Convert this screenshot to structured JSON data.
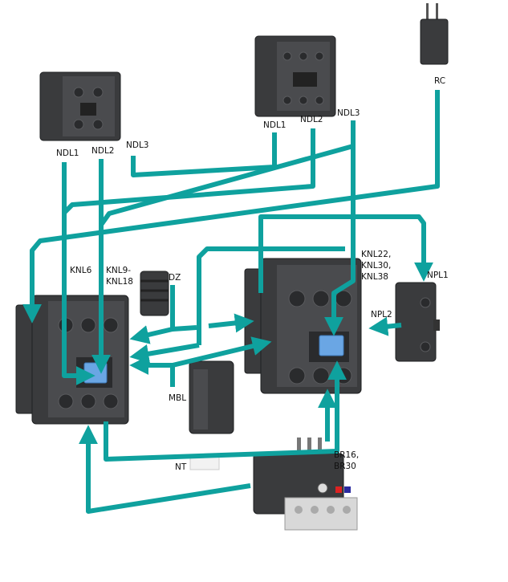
{
  "labels": {
    "left_ndl1": "NDL1",
    "left_ndl2": "NDL2",
    "left_ndl3": "NDL3",
    "top_ndl1": "NDL1",
    "top_ndl2": "NDL2",
    "top_ndl3": "NDL3",
    "rc": "RC",
    "knl6": "KNL6",
    "knl9_line1": "KNL9-",
    "knl9_line2": "KNL18",
    "dz": "DZ",
    "knl22_line1": "KNL22,",
    "knl22_line2": "KNL30,",
    "knl22_line3": "KNL38",
    "npl1": "NPL1",
    "npl2": "NPL2",
    "mbl": "MBL",
    "nt": "NT",
    "br_line1": "BR16,",
    "br_line2": "BR30"
  },
  "colors": {
    "connector": "#0fa19e",
    "part": "#3a3b3d",
    "clip": "#6aa6e4"
  }
}
